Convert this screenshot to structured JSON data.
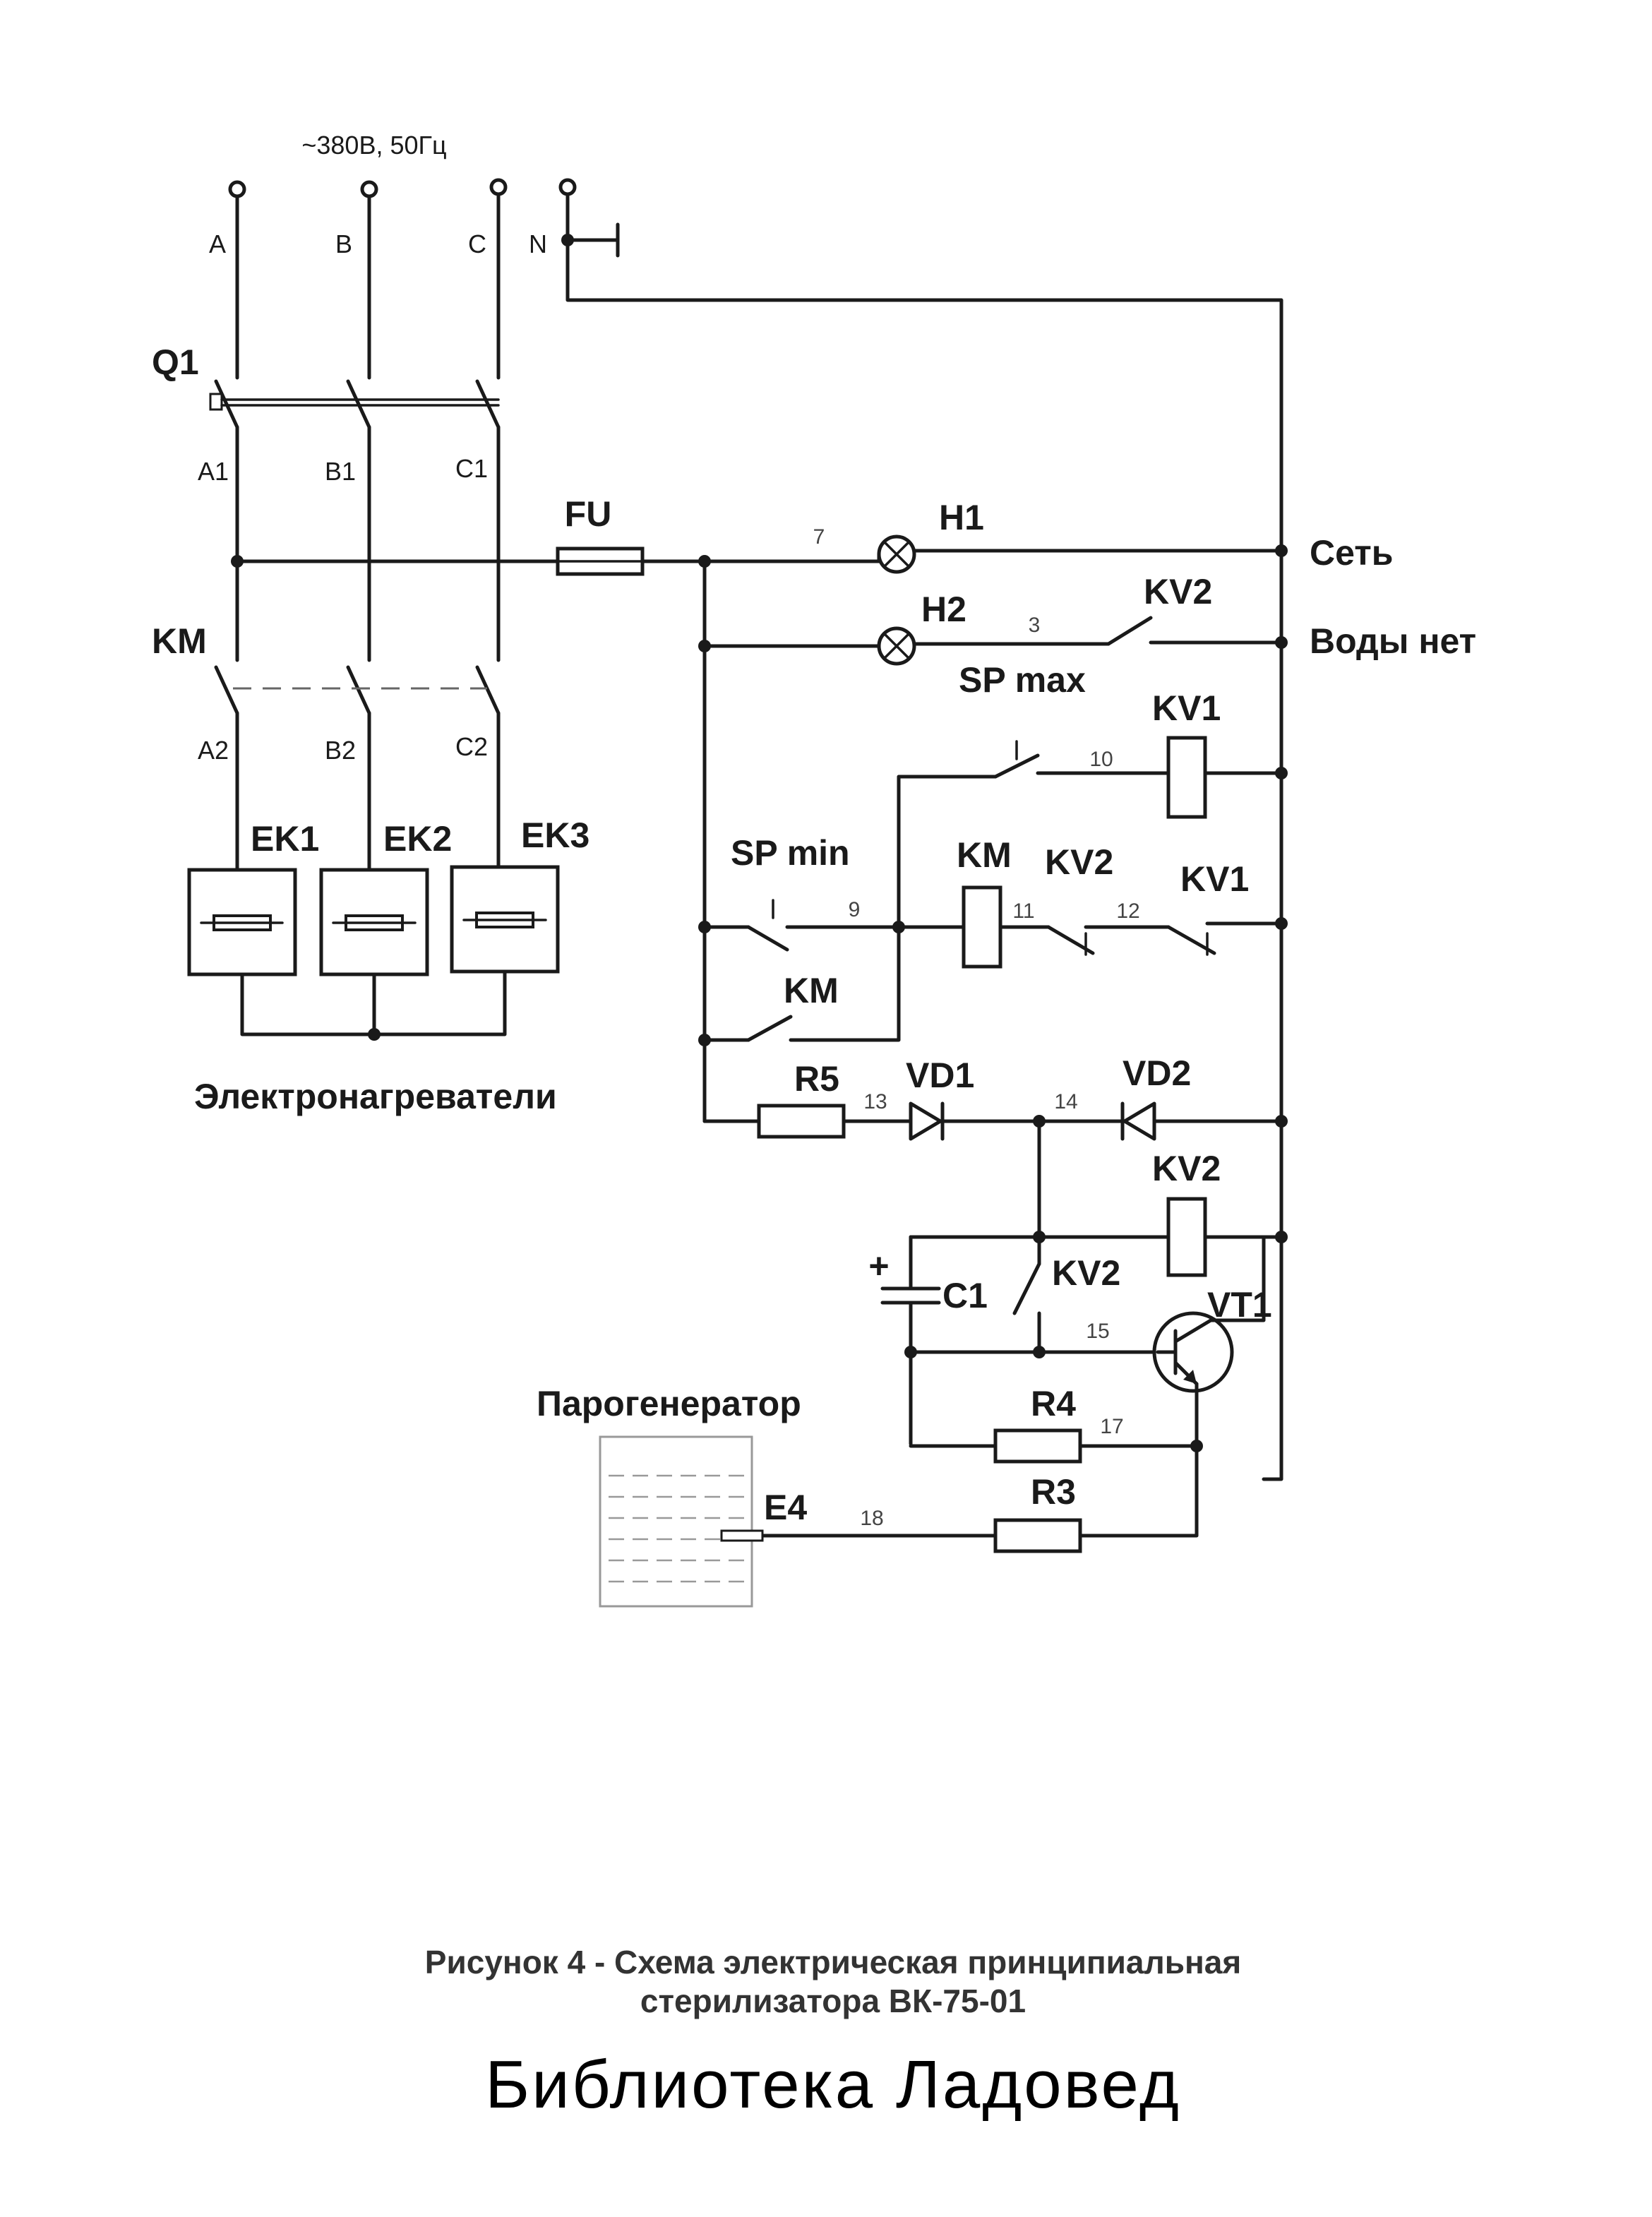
{
  "supply": {
    "voltage": "~380В, 50Гц",
    "phase_a": "A",
    "phase_b": "B",
    "phase_c": "C",
    "neutral": "N"
  },
  "breaker": {
    "label": "Q1",
    "out_a": "A1",
    "out_b": "B1",
    "out_c": "C1"
  },
  "contactor": {
    "label": "KM",
    "out_a": "A2",
    "out_b": "B2",
    "out_c": "C2"
  },
  "heaters": {
    "ek1": "EK1",
    "ek2": "EK2",
    "ek3": "EK3",
    "caption": "Электронагреватели"
  },
  "fuse": {
    "label": "FU"
  },
  "lamps": {
    "h1": "H1",
    "h2": "H2",
    "net_label": "Сеть",
    "no_water_label": "Воды нет"
  },
  "relays": {
    "kv1": "KV1",
    "kv2": "KV2",
    "km": "KM"
  },
  "switches": {
    "sp_max": "SP max",
    "sp_min": "SP min"
  },
  "components": {
    "r3": "R3",
    "r4": "R4",
    "r5": "R5",
    "vd1": "VD1",
    "vd2": "VD2",
    "c1": "C1",
    "c1_polarity": "+",
    "vt1": "VT1",
    "e4": "E4"
  },
  "nodes": {
    "n3": "3",
    "n7": "7",
    "n9": "9",
    "n10": "10",
    "n11": "11",
    "n12": "12",
    "n13": "13",
    "n14": "14",
    "n15": "15",
    "n17": "17",
    "n18": "18"
  },
  "steam_generator": {
    "label": "Парогенератор"
  },
  "caption": {
    "line1": "Рисунок 4 - Схема электрическая принципиальная",
    "line2": "стерилизатора ВК-75-01"
  },
  "watermark": "Библиотека Ладовед"
}
